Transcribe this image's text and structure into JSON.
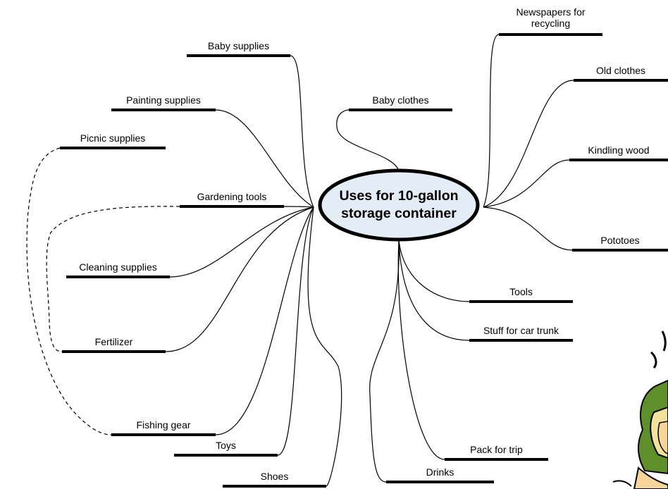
{
  "mindmap": {
    "center": {
      "title": "Uses for 10-gallon\nstorage container"
    },
    "colors": {
      "node_fill": "#e4ecf6",
      "stroke": "#000000",
      "clipart_face": "#f7d59a",
      "clipart_green": "#5f8f2a",
      "clipart_hair": "#f3e29a"
    },
    "topics": [
      {
        "label": "Baby supplies"
      },
      {
        "label": "Painting supplies"
      },
      {
        "label": "Picnic supplies"
      },
      {
        "label": "Gardening tools"
      },
      {
        "label": "Cleaning supplies"
      },
      {
        "label": "Fertilizer"
      },
      {
        "label": "Fishing gear"
      },
      {
        "label": "Toys"
      },
      {
        "label": "Shoes"
      },
      {
        "label": "Baby clothes"
      },
      {
        "label": "Newspapers for\nrecycling"
      },
      {
        "label": "Old clothes"
      },
      {
        "label": "Kindling wood"
      },
      {
        "label": "Pototoes"
      },
      {
        "label": "Tools"
      },
      {
        "label": "Stuff for car trunk"
      },
      {
        "label": "Pack for trip"
      },
      {
        "label": "Drinks"
      }
    ],
    "relationships": [
      {
        "from": "Picnic supplies",
        "to": "Fishing gear",
        "style": "dashed"
      },
      {
        "from": "Gardening tools",
        "to": "Fertilizer",
        "style": "dashed"
      }
    ]
  }
}
